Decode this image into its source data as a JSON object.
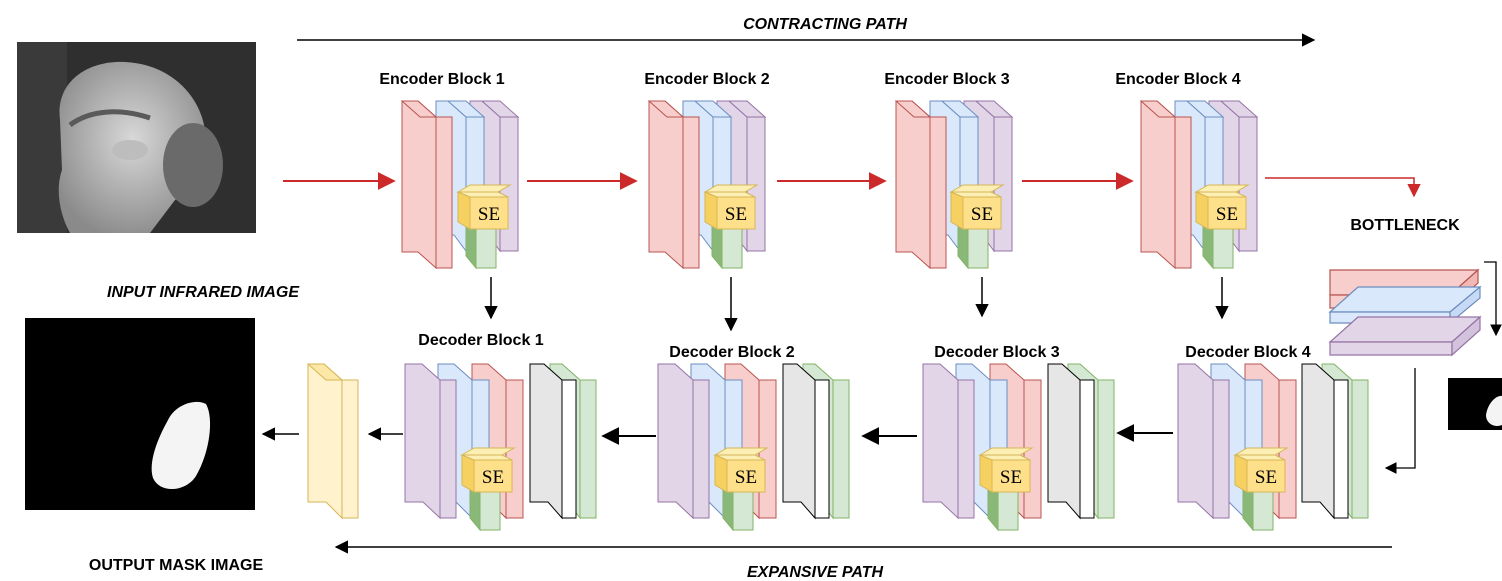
{
  "paths": {
    "contracting": "CONTRACTING PATH",
    "expansive": "EXPANSIVE PATH"
  },
  "input_label": "INPUT INFRARED IMAGE",
  "output_label": "OUTPUT MASK IMAGE",
  "bottleneck_label": "BOTTLENECK",
  "se_label": "SE",
  "encoder_blocks": [
    "Encoder Block 1",
    "Encoder Block 2",
    "Encoder Block 3",
    "Encoder Block 4"
  ],
  "decoder_blocks": [
    "Decoder Block 1",
    "Decoder Block 2",
    "Decoder Block 3",
    "Decoder Block 4"
  ],
  "colors": {
    "red_layer": "#f8cecc",
    "red_stroke": "#b85450",
    "blue_layer": "#dae8fc",
    "blue_stroke": "#6c8ebf",
    "purple_layer": "#e1d5e7",
    "purple_stroke": "#9673a6",
    "green_layer": "#d5e8d4",
    "green_stroke": "#82b366",
    "se_fill": "#ffe08a",
    "se_stroke": "#d6b656",
    "gray_layer": "#e6e6e6",
    "output_layer": "#fff2cc",
    "arrow_red": "#cc2a2a"
  }
}
